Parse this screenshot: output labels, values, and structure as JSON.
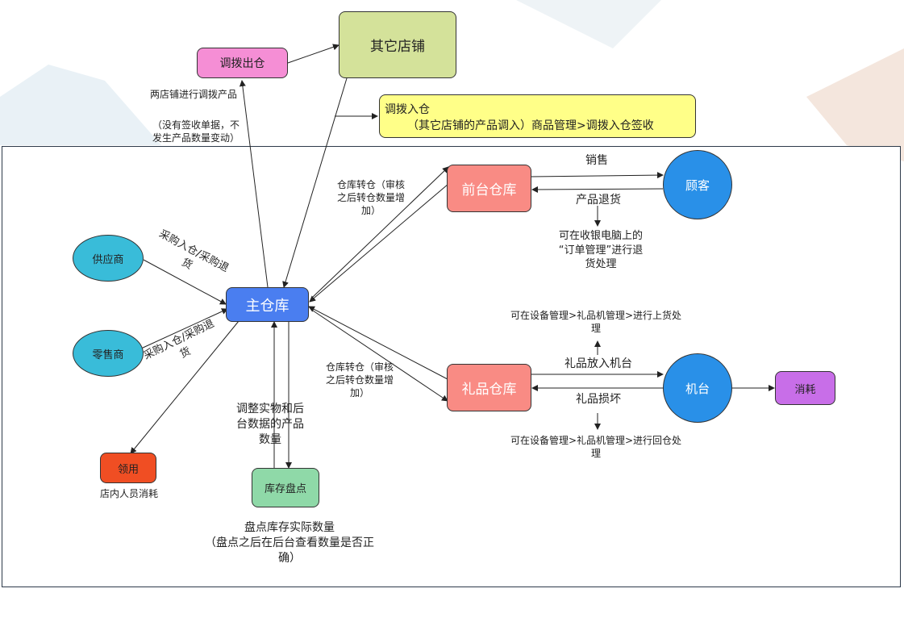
{
  "nodes": {
    "transfer_out": "调拨出仓",
    "other_store": "其它店铺",
    "transfer_in_title": "调拨入仓",
    "transfer_in_desc": "（其它店铺的产品调入）商品管理>调拨入仓签收",
    "main_warehouse": "主仓库",
    "front_warehouse": "前台仓库",
    "customer": "顾客",
    "gift_warehouse": "礼品仓库",
    "machine": "机台",
    "consume": "消耗",
    "supplier": "供应商",
    "retailer": "零售商",
    "usage": "领用",
    "stocktake": "库存盘点"
  },
  "labels": {
    "two_store_transfer": "两店铺进行调拨产品",
    "no_receipt": "（没有签收单据，不\n发生产品数量变动）",
    "purchase_in_out_1": "采购入仓/采购退\n货",
    "purchase_in_out_2": "采购入仓/采购退\n货",
    "warehouse_transfer_1": "仓库转仓（审核\n之后转仓数量增\n加）",
    "warehouse_transfer_2": "仓库转仓（审核\n之后转仓数量增\n加）",
    "sales": "销售",
    "product_return": "产品退货",
    "return_note": "可在收银电脑上的\n“订单管理”进行退\n货处理",
    "gift_load_note": "可在设备管理>礼品机管理>进行上货处\n理",
    "gift_put_in": "礼品放入机台",
    "gift_damage": "礼品损坏",
    "gift_return_note": "可在设备管理>礼品机管理>进行回仓处\n理",
    "adjust_note": "调整实物和后\n台数据的产品\n数量",
    "staff_consume": "店内人员消耗",
    "stocktake_note": "盘点库存实际数量\n（盘点之后在后台查看数量是否正\n确）"
  },
  "colors": {
    "transfer_out": "#f58ed5",
    "other_store": "#d4e29a",
    "transfer_in": "#ffff88",
    "main_warehouse": "#4a7ef0",
    "front_warehouse": "#f98b84",
    "customer": "#2990e8",
    "gift_warehouse": "#f98b84",
    "machine": "#2990e8",
    "consume": "#c86ee8",
    "supplier": "#39bcd9",
    "retailer": "#39bcd9",
    "usage": "#f04e23",
    "stocktake": "#8fd9a8"
  }
}
